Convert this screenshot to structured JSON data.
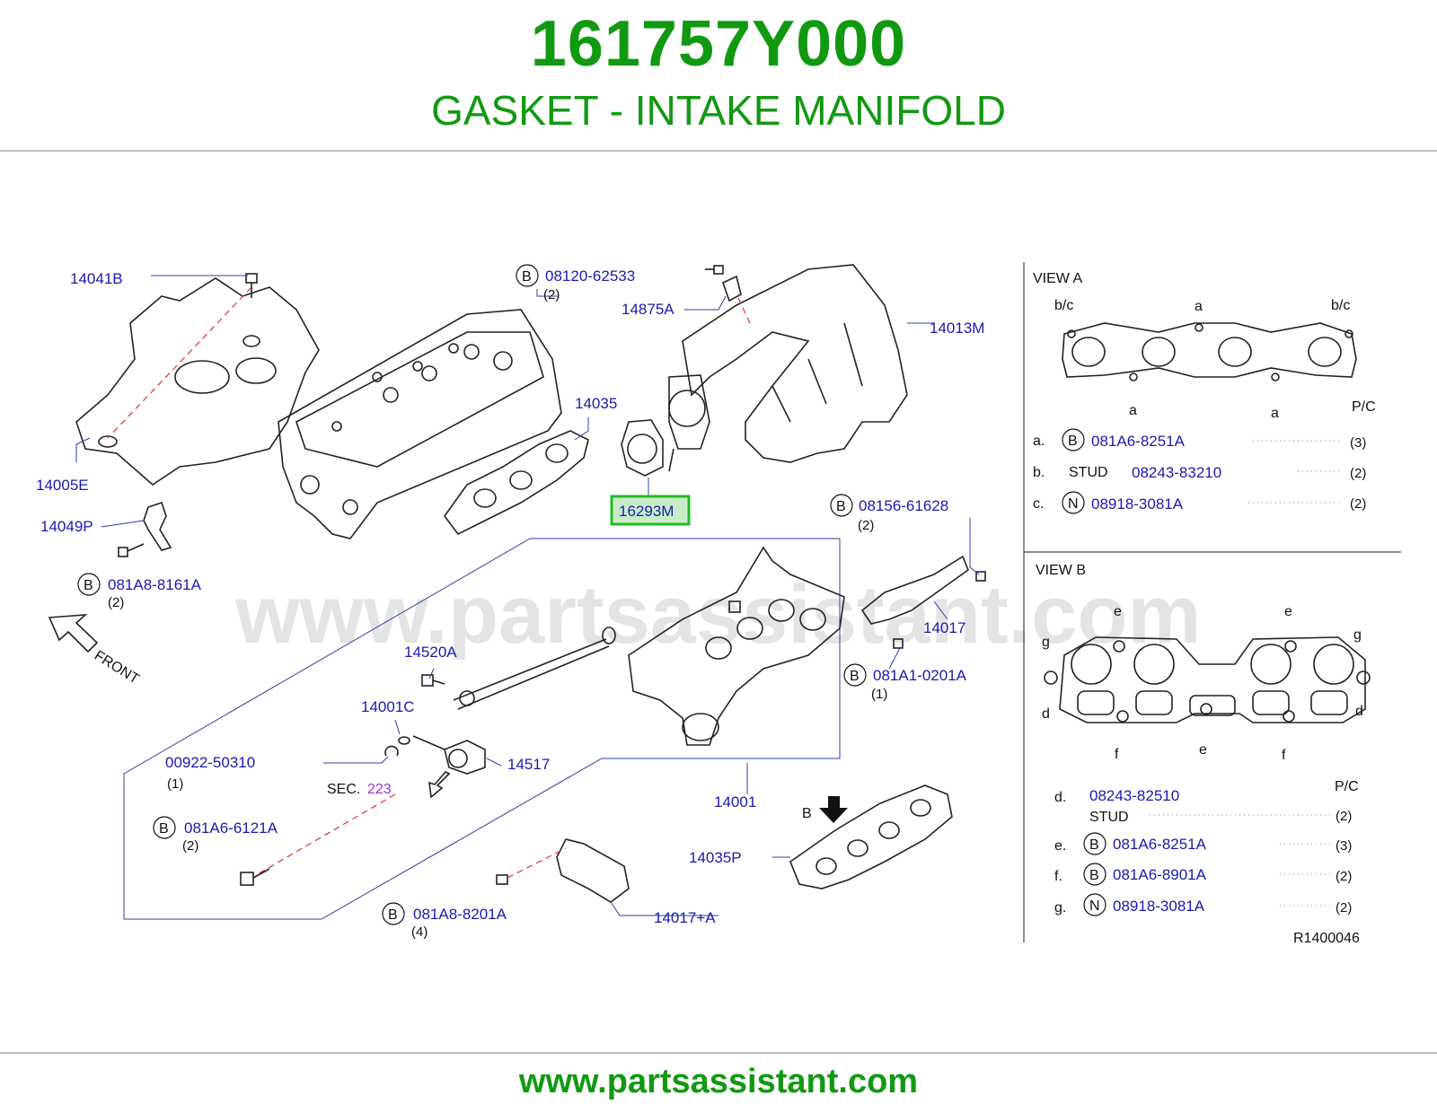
{
  "header": {
    "part_number": "161757Y000",
    "part_name": "GASKET - INTAKE MANIFOLD"
  },
  "footer": {
    "url": "www.partsassistant.com"
  },
  "watermark": "www.partsassistant.com",
  "labels": {
    "l14041B": "14041B",
    "l14005E": "14005E",
    "l14049P": "14049P",
    "l081A8_8161A": "081A8-8161A",
    "q1": "(2)",
    "l08120_62533": "08120-62533",
    "q2": "(2)",
    "l14875A": "14875A",
    "l14013M": "14013M",
    "l14035": "14035",
    "l16293M": "16293M",
    "l08156_61628": "08156-61628",
    "q3": "(2)",
    "l14017": "14017",
    "l081A1_0201A": "081A1-0201A",
    "q4": "(1)",
    "l14520A": "14520A",
    "l14001C": "14001C",
    "l00922_50310": "00922-50310",
    "q5": "(1)",
    "l14517": "14517",
    "sec": "SEC.",
    "sec_num": "223",
    "l14001": "14001",
    "l081A6_6121A": "081A6-6121A",
    "q6": "(2)",
    "l14035P": "14035P",
    "l081A8_8201A": "081A8-8201A",
    "q7": "(4)",
    "l14017A": "14017+A",
    "front": "FRONT",
    "b_arrow": "B",
    "circle_b": "B",
    "circle_n": "N"
  },
  "view_a": {
    "title": "VIEW   A",
    "pc": "P/C",
    "letters": [
      "b/c",
      "a",
      "b/c",
      "a",
      "a"
    ],
    "rows": [
      {
        "key": "a.",
        "badge": "B",
        "part": "081A6-8251A",
        "qty": "(3)"
      },
      {
        "key": "b.",
        "badge": "STUD",
        "part": "08243-83210",
        "qty": "(2)"
      },
      {
        "key": "c.",
        "badge": "N",
        "part": "08918-3081A",
        "qty": "(2)"
      }
    ]
  },
  "view_b": {
    "title": "VIEW   B",
    "pc": "P/C",
    "letters": [
      "e",
      "e",
      "g",
      "g",
      "d",
      "d",
      "f",
      "e",
      "f"
    ],
    "rows": [
      {
        "key": "d.",
        "badge": "",
        "part": "08243-82510",
        "qty": ""
      },
      {
        "key": "",
        "badge": "STUD",
        "part": "",
        "qty": "(2)"
      },
      {
        "key": "e.",
        "badge": "B",
        "part": "081A6-8251A",
        "qty": "(3)"
      },
      {
        "key": "f.",
        "badge": "B",
        "part": "081A6-8901A",
        "qty": "(2)"
      },
      {
        "key": "g.",
        "badge": "N",
        "part": "08918-3081A",
        "qty": "(2)"
      }
    ],
    "ref": "R1400046"
  },
  "colors": {
    "brand_green": "#119911",
    "label_blue": "#1a1ab0",
    "highlight_border": "#22bb22",
    "highlight_fill": "#c9ecc9",
    "sec_purple": "#9933cc"
  }
}
